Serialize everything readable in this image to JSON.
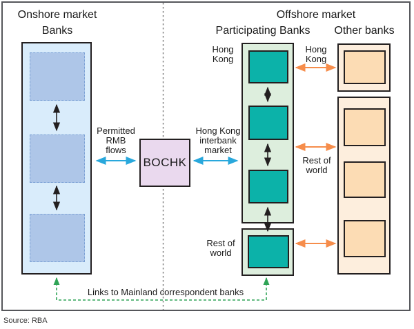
{
  "titles": {
    "onshore_line1": "Onshore market",
    "onshore_line2": "Banks",
    "offshore": "Offshore market",
    "participating": "Participating Banks",
    "other": "Other banks"
  },
  "labels": {
    "permitted_rmb": [
      "Permitted",
      "RMB",
      "flows"
    ],
    "hk_interbank": [
      "Hong Kong",
      "interbank",
      "market"
    ],
    "bochk": "BOCHK",
    "hong_kong_participating": [
      "Hong",
      "Kong"
    ],
    "hong_kong_other": [
      "Hong",
      "Kong"
    ],
    "rest_of_world_other": [
      "Rest of",
      "world"
    ],
    "rest_of_world_participating": [
      "Rest of",
      "world"
    ],
    "mainland_links": "Links to Mainland correspondent banks",
    "source": "Source: RBA"
  },
  "colors": {
    "onshore_fill": "#d9ecfb",
    "onshore_bank_fill": "#aec6e8",
    "onshore_bank_border": "#7aa0d4",
    "bochk_fill": "#ead9ee",
    "participating_fill": "#ddeedd",
    "participating_bank_fill": "#0cb2a9",
    "other_fill": "#fdeedd",
    "other_bank_fill": "#fcdcb4",
    "border_dark": "#231f20",
    "frame_border": "#55565a",
    "divider_gray": "#7b7b7b",
    "flow_arrow_blue": "#29a8dc",
    "offshore_arrow_orange": "#f68d4b",
    "mainland_link_green": "#2fa456"
  }
}
